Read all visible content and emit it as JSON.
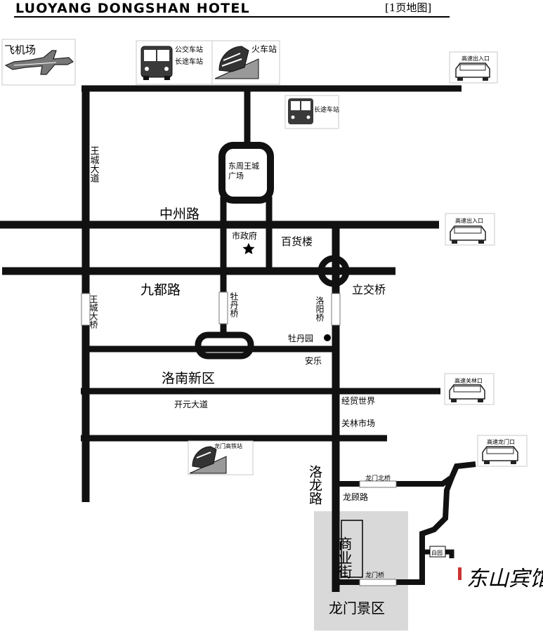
{
  "header": {
    "title": "LUOYANG DONGSHAN HOTEL",
    "page_ref": "[1页地图]"
  },
  "icons": {
    "airport_label": "飞机场",
    "bus_label_1": "公交车站",
    "bus_label_2": "长途车站",
    "train_label": "火车站",
    "coach_label": "长途车站",
    "hsr_label": "龙门高铁站",
    "exit_top": "高速出入口",
    "exit_mid": "高速出入口",
    "exit_guanlin": "高速关林口",
    "exit_longmen": "高速龙门口"
  },
  "roads": {
    "wangcheng_avenue": "王城大道",
    "zhongzhou_road": "中州路",
    "jiudu_road": "九都路",
    "wangcheng_bridge": "王城大桥",
    "mudan_bridge": "牡丹桥",
    "luoyang_bridge": "洛阳桥",
    "lijiao_bridge": "立交桥",
    "kaiyuan_avenue": "开元大道",
    "luolong_road": "洛龙路",
    "longgu_road": "龙顾路",
    "longmen_north_bridge": "龙门北桥",
    "longmen_bridge": "龙门桥"
  },
  "places": {
    "dongzhou_square": "东周王城广场",
    "city_hall": "市政府",
    "department_store": "百货楼",
    "peony_garden": "牡丹园",
    "anle": "安乐",
    "luonan_district": "洛南新区",
    "trade_world": "经贸世界",
    "guanlin_market": "关林市场",
    "commercial_street": "商业街",
    "longmen_scenic": "龙门景区",
    "white_garden": "白园",
    "hotel_calligraphy": "东山宾馆"
  },
  "colors": {
    "road": "#111111",
    "scenic_area": "#d9d9d9",
    "text": "#000000"
  }
}
